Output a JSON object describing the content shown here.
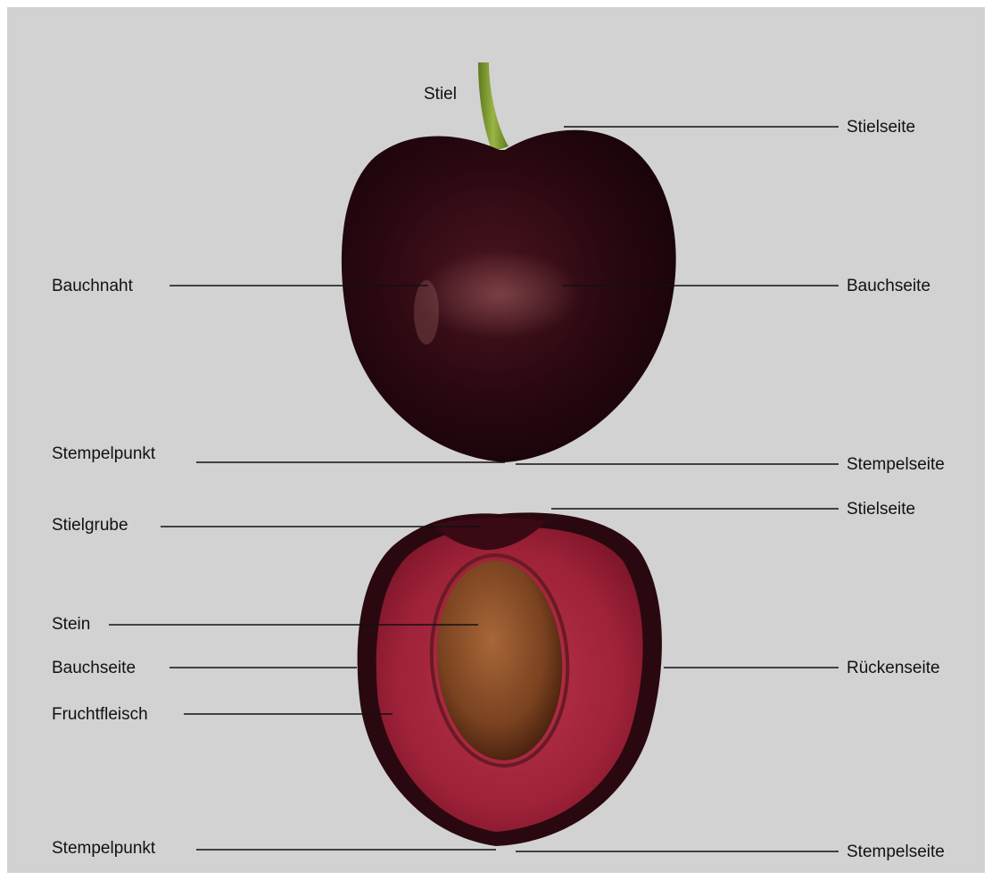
{
  "labels": {
    "stiel": "Stiel",
    "stielseite_top": "Stielseite",
    "bauchnaht": "Bauchnaht",
    "bauchseite_right": "Bauchseite",
    "stempelpunkt_top": "Stempelpunkt",
    "stempelseite_top": "Stempelseite",
    "stielgrube": "Stielgrube",
    "stielseite_bottom": "Stielseite",
    "stein": "Stein",
    "bauchseite_left": "Bauchseite",
    "rueckenseite": "Rückenseite",
    "fruchtfleisch": "Fruchtfleisch",
    "stempelpunkt_bottom": "Stempelpunkt",
    "stempelseite_bottom": "Stempelseite"
  },
  "colors": {
    "background": "#d2d2d2",
    "border": "#ffffff",
    "cherry_skin": "#2a0810",
    "flesh": "#a3243c",
    "pit": "#8a4a24",
    "stem": "#7c9a2e",
    "leader_line": "#111111"
  }
}
